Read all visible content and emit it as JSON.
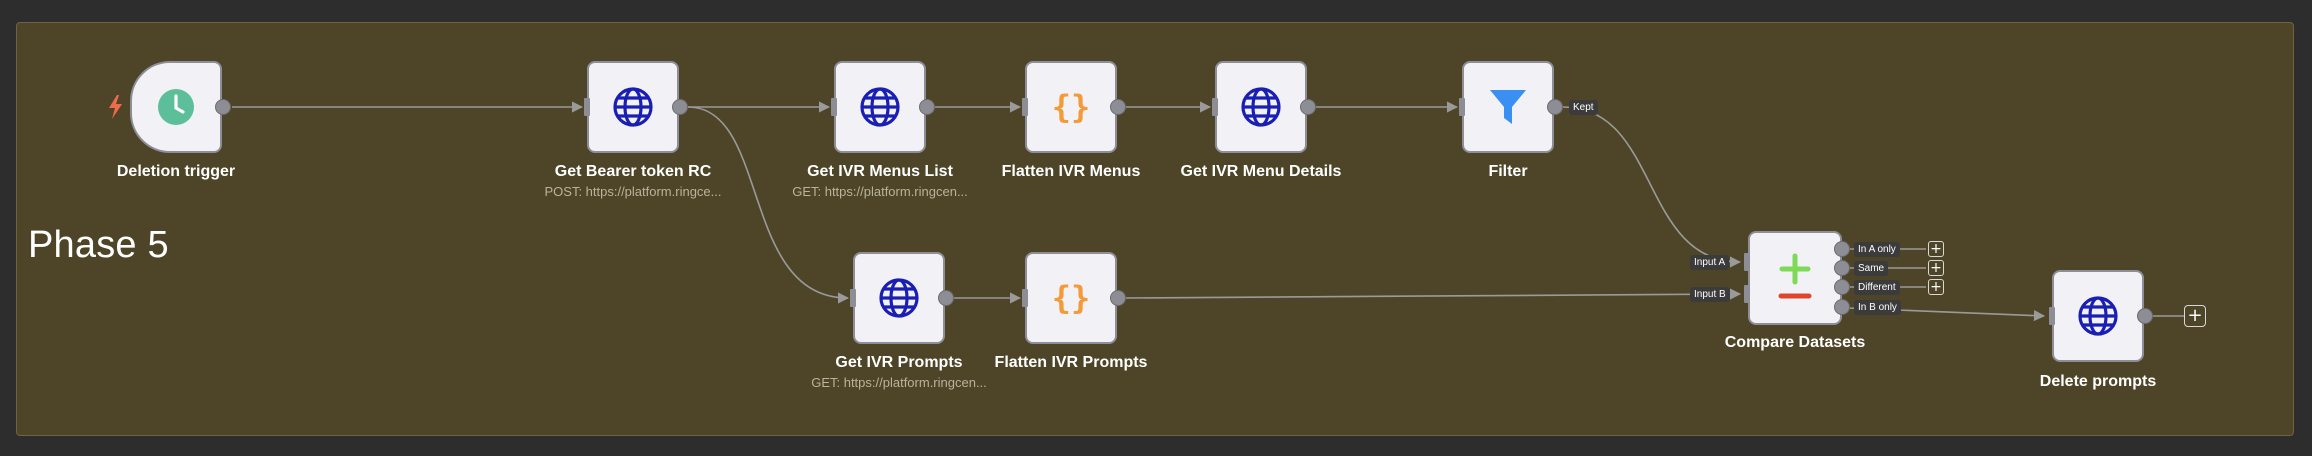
{
  "sticky": {
    "title": "Phase 5"
  },
  "nodes": {
    "deletion_trigger": {
      "label": "Deletion trigger",
      "icon": "clock-icon"
    },
    "get_bearer": {
      "label": "Get Bearer token RC",
      "subtitle": "POST: https://platform.ringce...",
      "icon": "globe-icon"
    },
    "get_menus_list": {
      "label": "Get IVR Menus List",
      "subtitle": "GET: https://platform.ringcen...",
      "icon": "globe-icon"
    },
    "flatten_menus": {
      "label": "Flatten IVR Menus",
      "icon": "code-braces-icon"
    },
    "get_menu_details": {
      "label": "Get IVR Menu Details",
      "icon": "globe-icon"
    },
    "filter": {
      "label": "Filter",
      "icon": "funnel-icon"
    },
    "get_prompts": {
      "label": "Get IVR Prompts",
      "subtitle": "GET: https://platform.ringcen...",
      "icon": "globe-icon"
    },
    "flatten_prompts": {
      "label": "Flatten IVR Prompts",
      "icon": "code-braces-icon"
    },
    "compare": {
      "label": "Compare Datasets",
      "icon": "plus-minus-icon"
    },
    "delete_prompts": {
      "label": "Delete prompts",
      "icon": "globe-icon"
    }
  },
  "edge_labels": {
    "kept": "Kept",
    "input_a": "Input A",
    "input_b": "Input B",
    "in_a_only": "In A only",
    "same": "Same",
    "different": "Different",
    "in_b_only": "In B only"
  },
  "colors": {
    "globe": "#1a1fb3",
    "braces": "#f29b38",
    "funnel": "#3a8ff2",
    "clock": "#5cbf9a",
    "plus": "#7ed957",
    "minus": "#e0452c",
    "trigger_flash": "#ef6b4a"
  }
}
